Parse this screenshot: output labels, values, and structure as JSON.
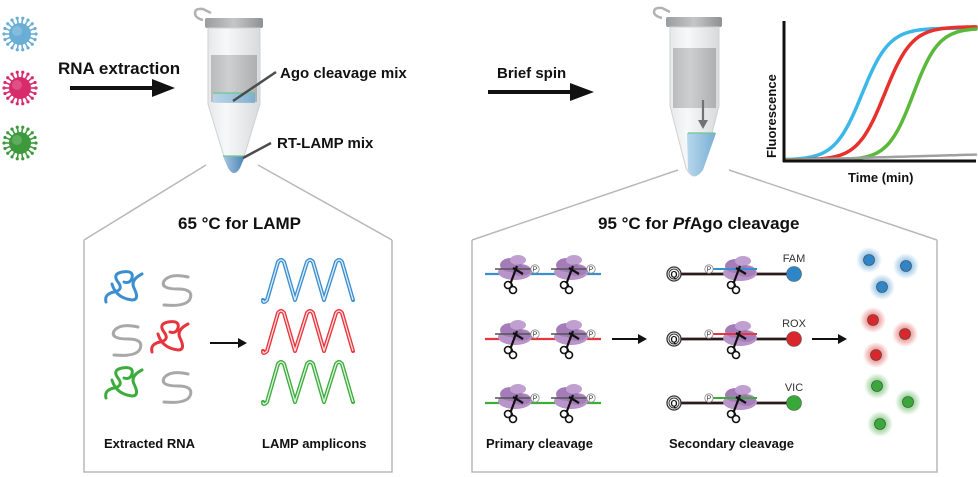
{
  "title": "RT-LAMP coupled PfAgo cleavage multiplex detection workflow",
  "colors": {
    "blue": "#3a8fd0",
    "red": "#e8343c",
    "green": "#3cad3c",
    "gray": "#a8a8a8",
    "curve_blue": "#3cb8e8",
    "curve_red": "#e8302c",
    "curve_green": "#5ab83a",
    "protein": "#a884b8"
  },
  "step1": {
    "arrow_label": "RNA extraction",
    "viruses": [
      {
        "name": "virus-blue",
        "color": "#6aaed6"
      },
      {
        "name": "virus-pink",
        "color": "#d82a6c"
      },
      {
        "name": "virus-green",
        "color": "#3c9a3c"
      }
    ]
  },
  "tube1": {
    "upper_label": "Ago cleavage mix",
    "lower_label": "RT-LAMP mix"
  },
  "step2": {
    "arrow_label": "Brief spin"
  },
  "lamp_panel": {
    "title": "65 °C for LAMP",
    "left_caption": "Extracted RNA",
    "right_caption": "LAMP amplicons"
  },
  "ago_panel": {
    "title_prefix": "95 °C for ",
    "title_italic": "Pf",
    "title_suffix": "Ago cleavage",
    "primary_caption": "Primary cleavage",
    "secondary_caption": "Secondary cleavage",
    "quencher_label": "Q",
    "phosphate_label": "P",
    "reporters": [
      {
        "label": "FAM",
        "color": "#2e86c8"
      },
      {
        "label": "ROX",
        "color": "#d8282c"
      },
      {
        "label": "VIC",
        "color": "#38a83a"
      }
    ]
  },
  "chart_data": {
    "type": "line",
    "title": "",
    "xlabel": "Time (min)",
    "ylabel": "Fluorescence",
    "xlim": [
      0,
      100
    ],
    "ylim": [
      0,
      100
    ],
    "grid": false,
    "legend": "none",
    "series": [
      {
        "name": "blue-target",
        "color": "#3cb8e8",
        "midpoint": 40,
        "steepness": 0.14,
        "max": 97
      },
      {
        "name": "red-target",
        "color": "#e8302c",
        "midpoint": 52,
        "steepness": 0.14,
        "max": 98
      },
      {
        "name": "green-target",
        "color": "#5ab83a",
        "midpoint": 67,
        "steepness": 0.15,
        "max": 97
      },
      {
        "name": "negative",
        "color": "#a0a0a0",
        "linear_end": 4
      }
    ]
  }
}
